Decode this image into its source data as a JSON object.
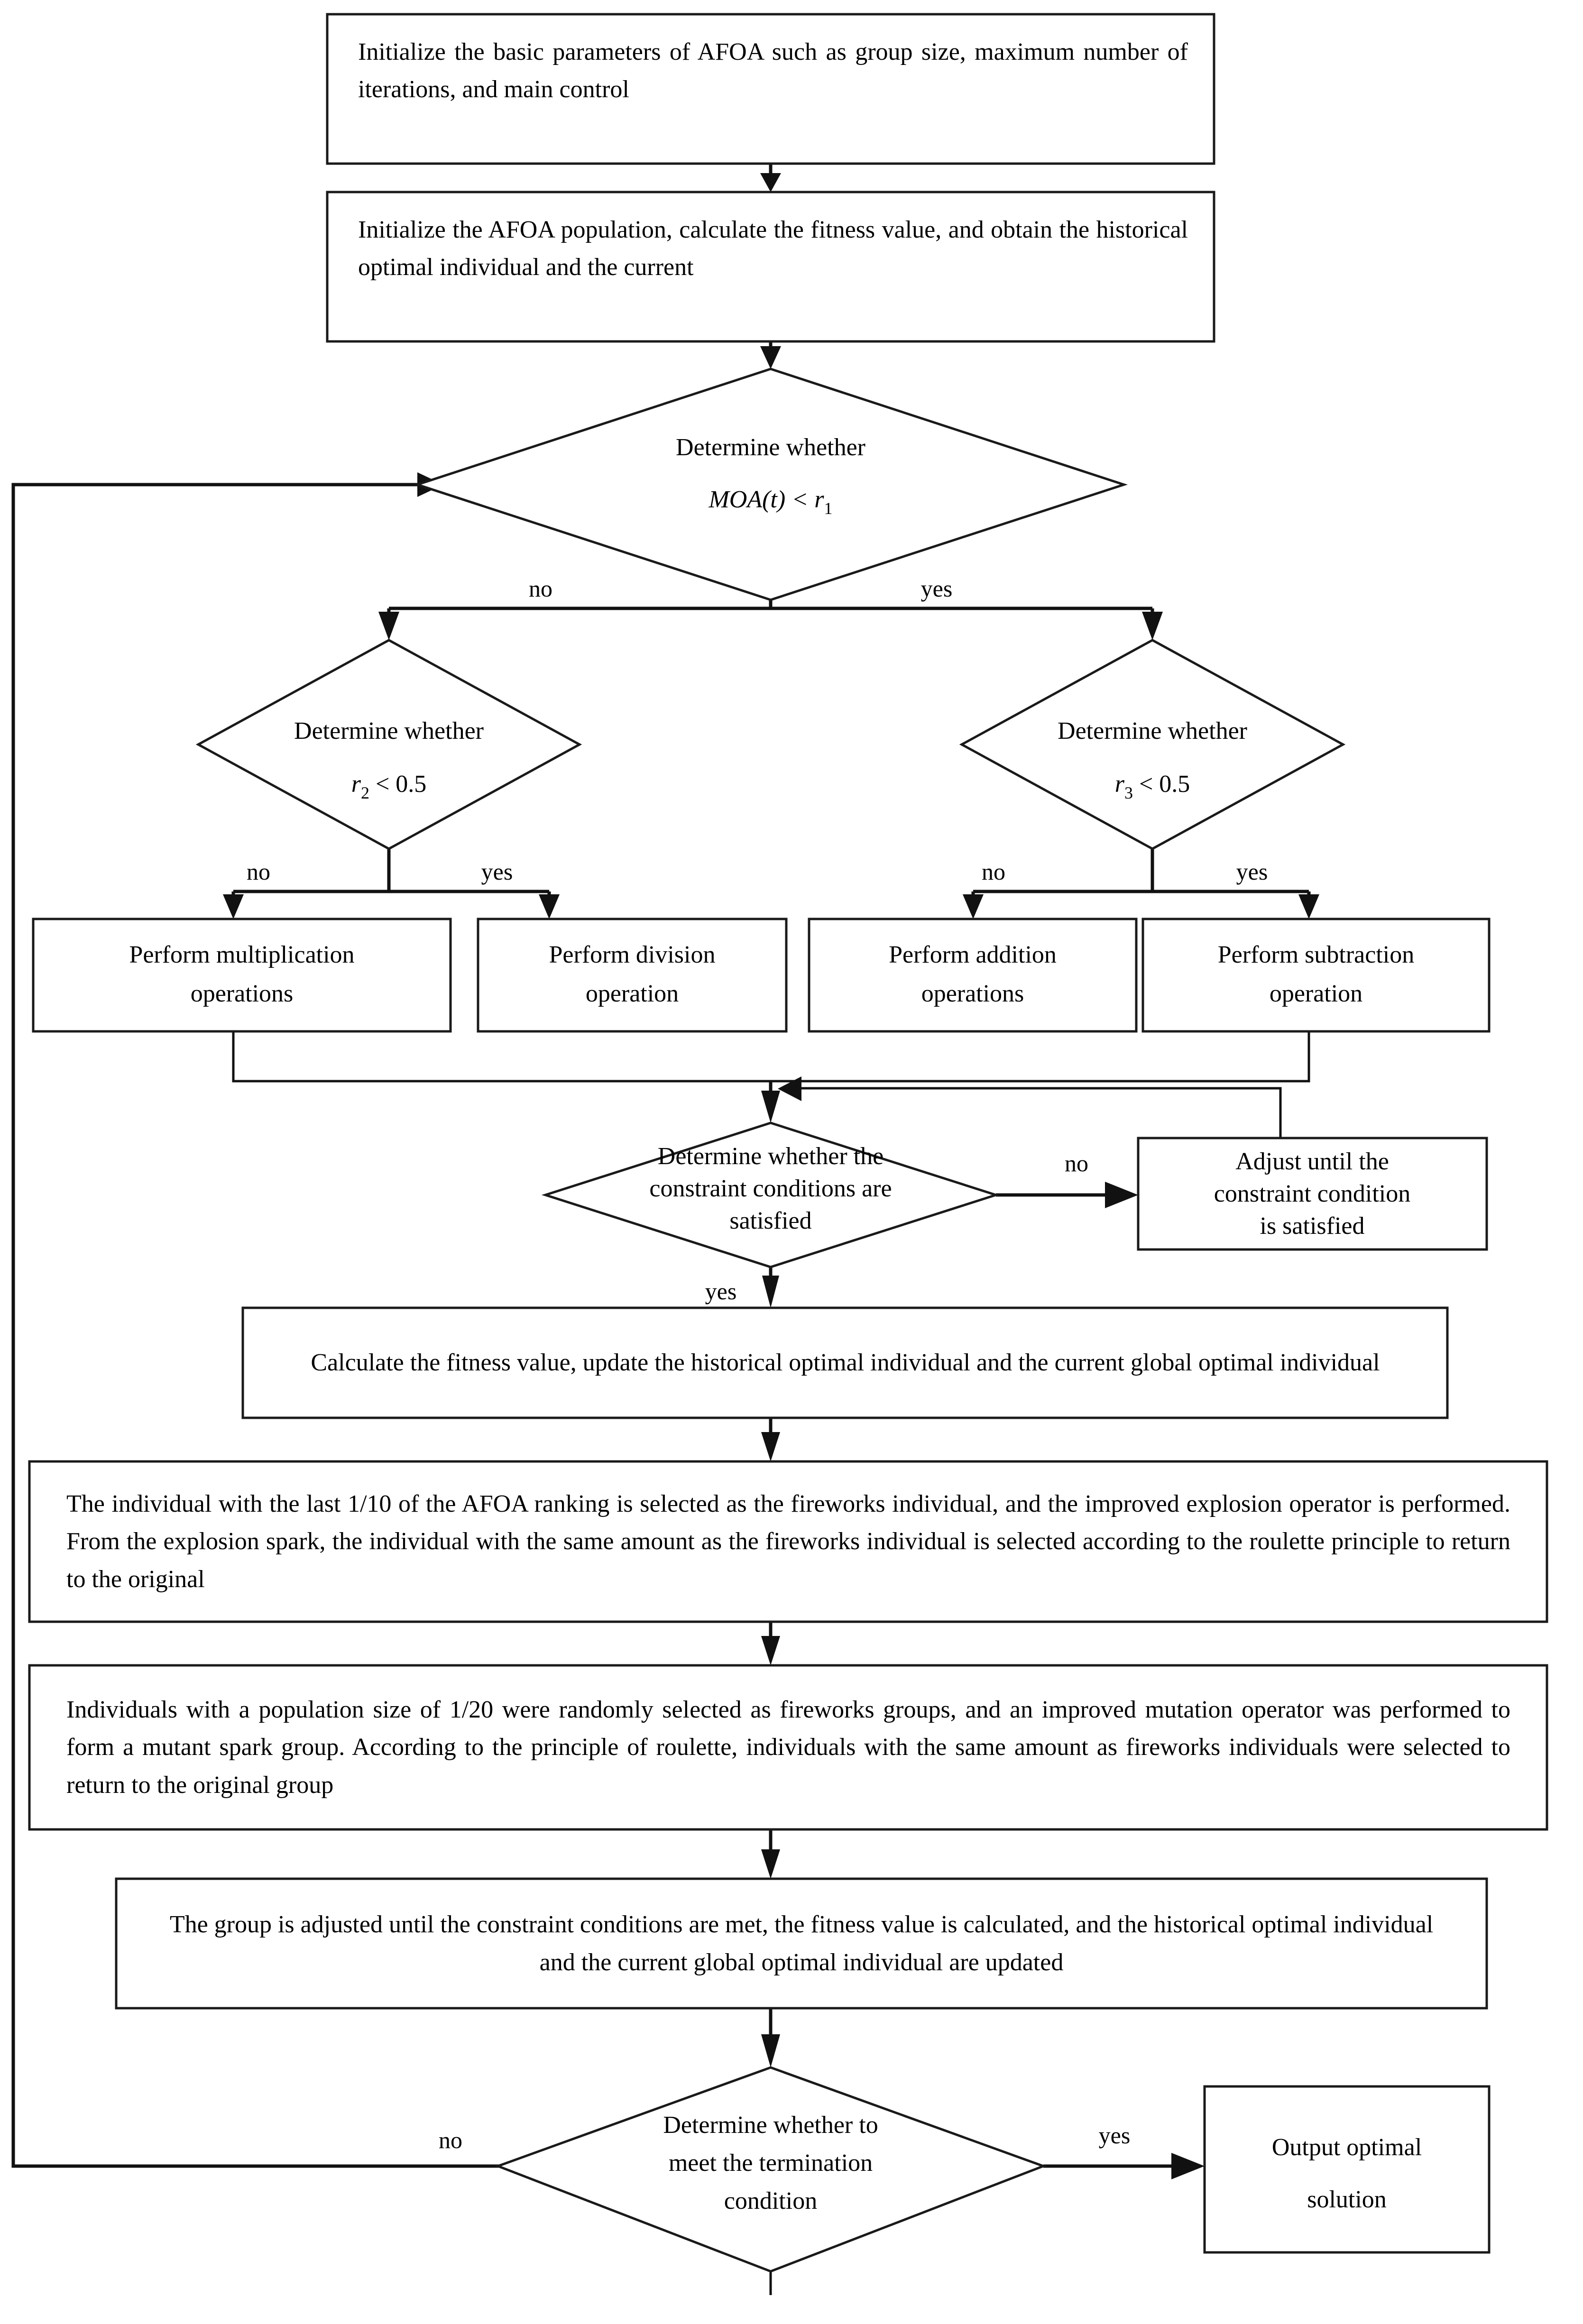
{
  "diagram": {
    "title": "AFOA algorithm flowchart",
    "type": "flowchart",
    "labels": {
      "yes": "yes",
      "no": "no"
    },
    "nodes": {
      "init_params": {
        "kind": "process",
        "text": "Initialize the basic parameters of AFOA such as group size, maximum number of iterations, and main control"
      },
      "init_population": {
        "kind": "process",
        "text": "Initialize the AFOA population, calculate the fitness value, and obtain the historical optimal individual and the current"
      },
      "decision_moa": {
        "kind": "decision",
        "line1": "Determine whether",
        "line2_prefix": "MOA",
        "line2_var": "t",
        "line2_mid": ") < ",
        "line2_sym": "r",
        "line2_sub": "1"
      },
      "decision_r2": {
        "kind": "decision",
        "line1": "Determine whether",
        "var": "r",
        "sub": "2",
        "cmp": " < 0.5"
      },
      "decision_r3": {
        "kind": "decision",
        "line1": "Determine   whether",
        "var": "r",
        "sub": "3",
        "cmp": " < 0.5"
      },
      "op_multiplication": {
        "kind": "process",
        "line1": "Perform multiplication",
        "line2": "operations"
      },
      "op_division": {
        "kind": "process",
        "line1": "Perform division",
        "line2": "operation"
      },
      "op_addition": {
        "kind": "process",
        "line1": "Perform addition",
        "line2": "operations"
      },
      "op_subtraction": {
        "kind": "process",
        "line1": "Perform subtraction",
        "line2": "operation"
      },
      "decision_constraint": {
        "kind": "decision",
        "line1": "Determine whether the",
        "line2": "constraint conditions are",
        "line3": "satisfied"
      },
      "adjust_constraint": {
        "kind": "process",
        "line1": "Adjust until the",
        "line2": "constraint condition",
        "line3": "is satisfied"
      },
      "calc_fitness": {
        "kind": "process",
        "text": "Calculate the fitness value, update the historical optimal individual and the current global optimal individual"
      },
      "explosion_operator": {
        "kind": "process",
        "text": "The individual with the last 1/10 of the AFOA ranking is selected as the fireworks individual, and the improved explosion operator is performed. From the explosion spark, the individual with the same amount as the fireworks individual is selected according to the roulette principle to return to the original"
      },
      "mutation_operator": {
        "kind": "process",
        "text": "Individuals with a population size of 1/20 were randomly selected as fireworks groups, and an improved mutation operator was performed to form a mutant spark group. According to the principle of roulette, individuals with the same amount as fireworks individuals were selected to return to the original group"
      },
      "adjust_group": {
        "kind": "process",
        "text": "The group is adjusted until the constraint conditions are met, the fitness value is calculated, and the historical optimal individual and the current global optimal individual are updated"
      },
      "decision_termination": {
        "kind": "decision",
        "line1": "Determine whether to",
        "line2": "meet the termination",
        "line3": "condition"
      },
      "output_solution": {
        "kind": "process",
        "line1": "Output optimal",
        "line2": "solution"
      }
    },
    "edge_labels": {
      "moa_no": "no",
      "moa_yes": "yes",
      "r2_no": "no",
      "r2_yes": "yes",
      "r3_no": "no",
      "r3_yes": "yes",
      "constraint_no": "no",
      "constraint_yes": "yes",
      "termination_no": "no",
      "termination_yes": "yes"
    },
    "colors": {
      "stroke": "#1a1a1a",
      "fill": "#ffffff",
      "text": "#000000"
    }
  }
}
